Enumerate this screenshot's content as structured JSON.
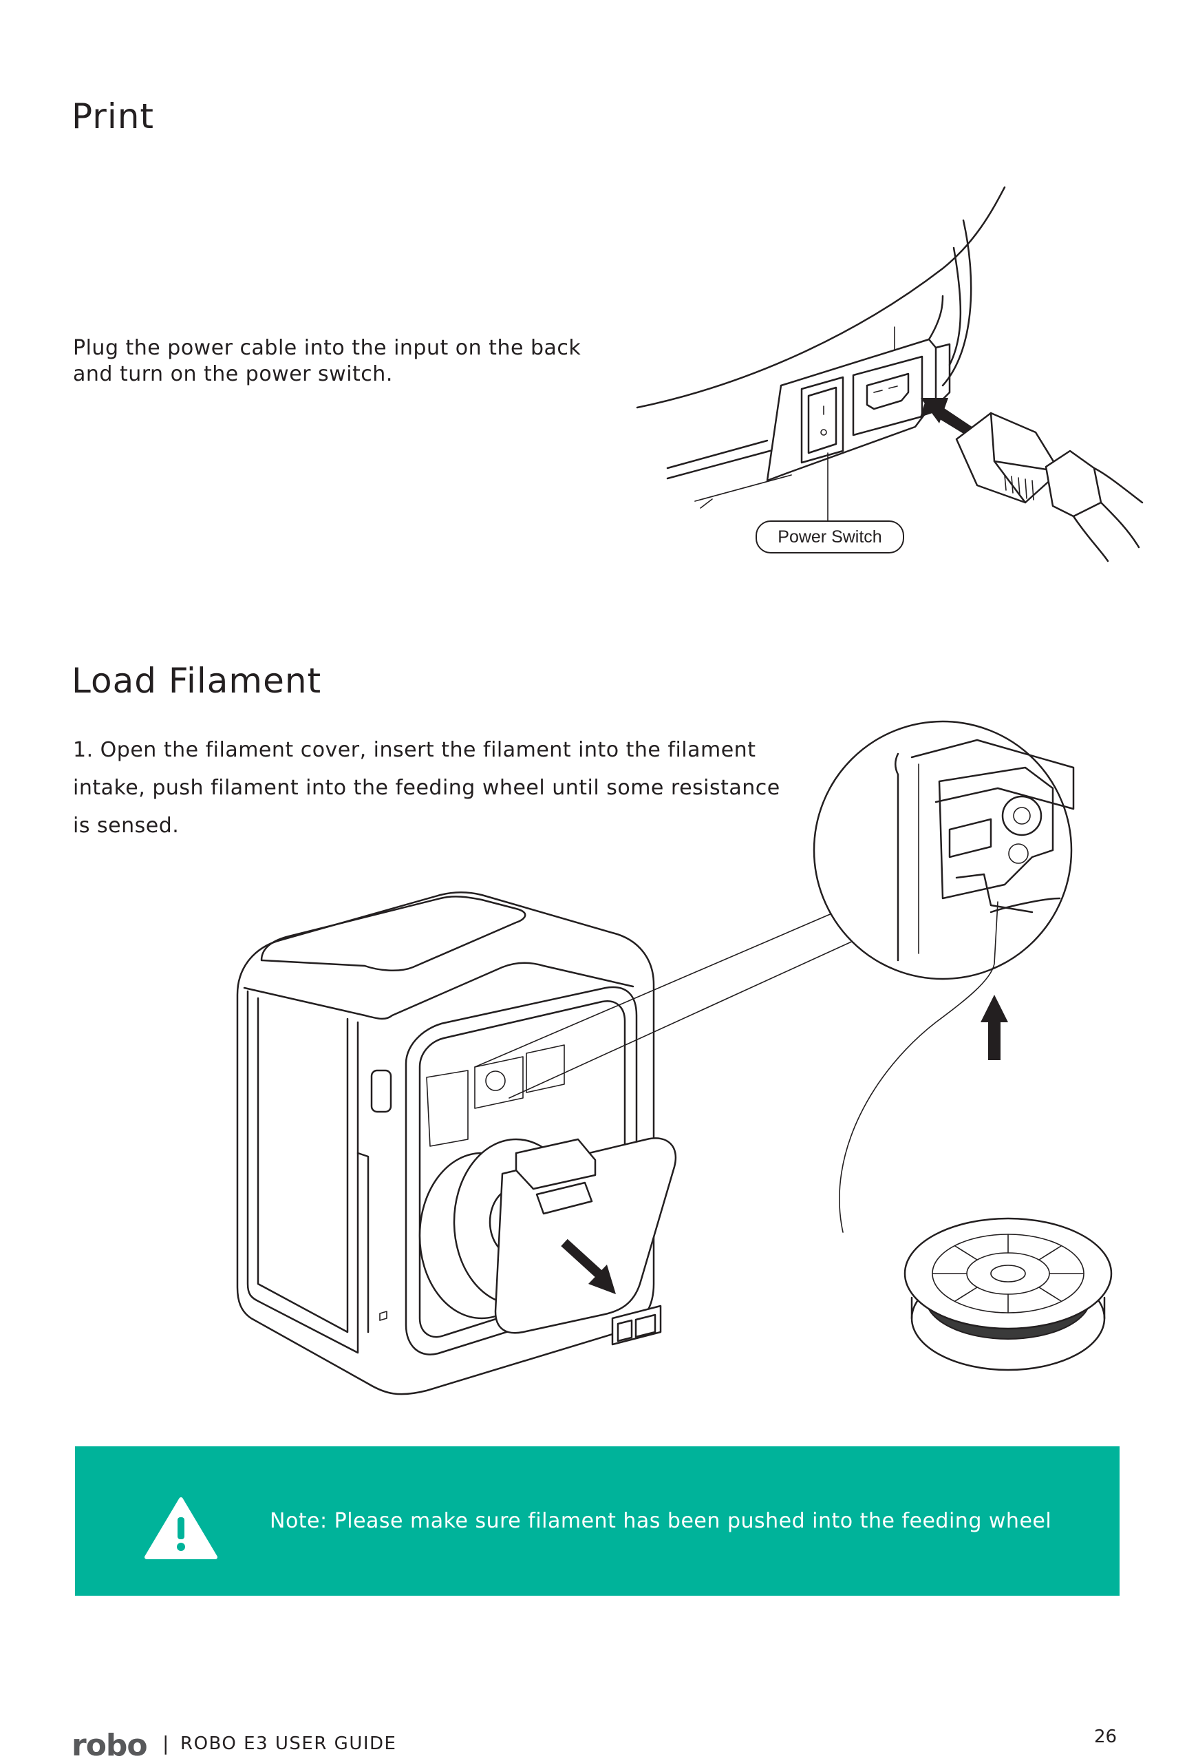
{
  "sections": {
    "print": {
      "heading": "Print",
      "instruction_line1": "Plug the power cable into the input on the back",
      "instruction_line2": "and turn on the power switch.",
      "callout_label": "Power Switch"
    },
    "load_filament": {
      "heading": "Load Filament",
      "step_line1": "1. Open the filament cover, insert the filament into the filament",
      "step_line2": "intake, push filament into the feeding wheel until some resistance",
      "step_line3": "is sensed."
    }
  },
  "note": {
    "icon": "warning-triangle-icon",
    "text": "Note: Please make sure filament has been pushed into the feeding wheel",
    "background_color": "#00b39a",
    "text_color": "#ffffff"
  },
  "footer": {
    "brand": "robo",
    "separator": "|",
    "guide_title": "ROBO E3 USER GUIDE",
    "page_number": "26"
  }
}
